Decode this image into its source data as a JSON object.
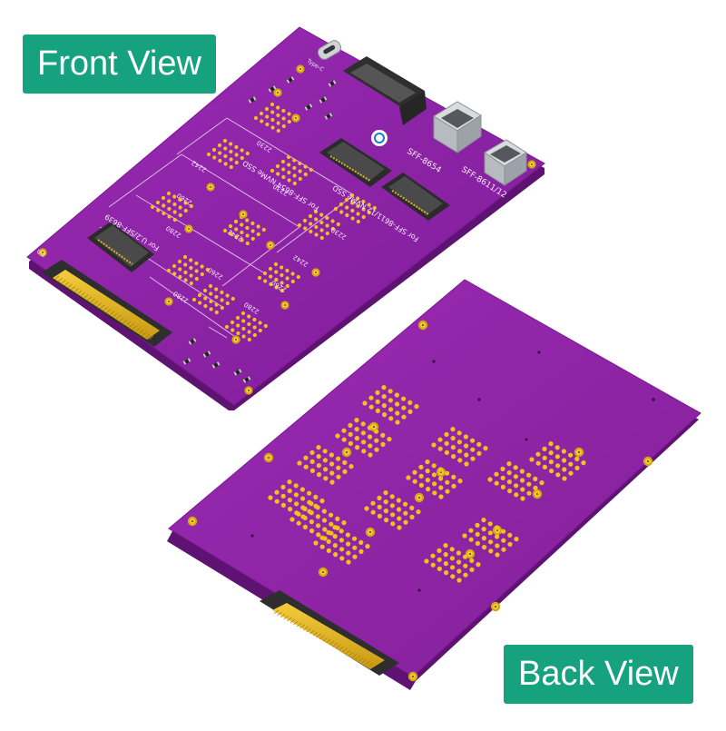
{
  "labels": {
    "front_view": "Front View",
    "back_view": "Back View"
  },
  "colors": {
    "label_bg": "#16a27f",
    "pcb_purple": "#8e23a6",
    "pcb_edge": "#6d1584",
    "pad_gold": "#f2c21a",
    "connector_gold": "#d9b02a",
    "connector_dark": "#3a3a3a",
    "silkscreen": "#f0e6f4"
  },
  "front_board": {
    "connectors": {
      "sff8654": "SFF-8654",
      "sff8611": "SFF-8611/12",
      "u2": "U.2",
      "usb": "Type-C"
    },
    "slot_labels": {
      "slot_a": "For SFF-8654 NVMe SSD",
      "slot_b": "For SFF-8611/12 NVMe SSD",
      "slot_c": "For U.2/SFF-8639"
    },
    "length_marks": [
      "2230",
      "2242",
      "2260",
      "2280"
    ]
  }
}
